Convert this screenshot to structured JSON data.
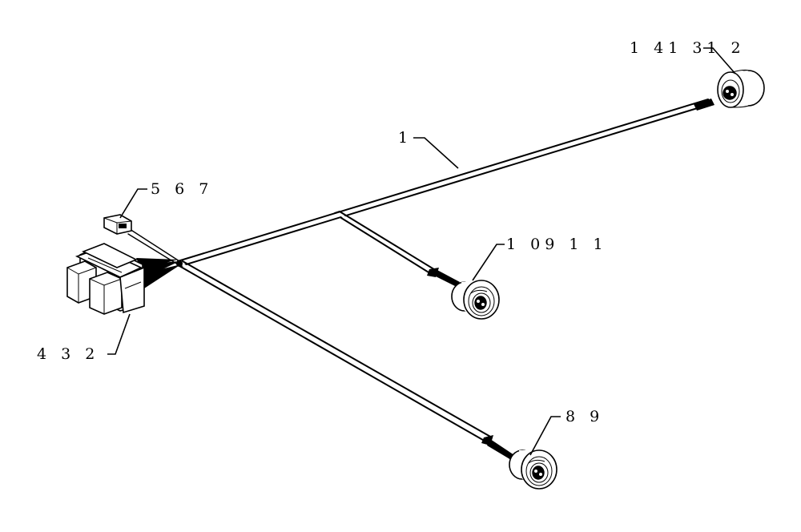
{
  "callouts": {
    "main_harness": "1",
    "top_right_connector": "1 41 31 2",
    "middle_connector": "1 09 1 1",
    "bottom_connector": "8 9",
    "small_connector": "5 6 7",
    "block_connector": "4 3 2"
  }
}
